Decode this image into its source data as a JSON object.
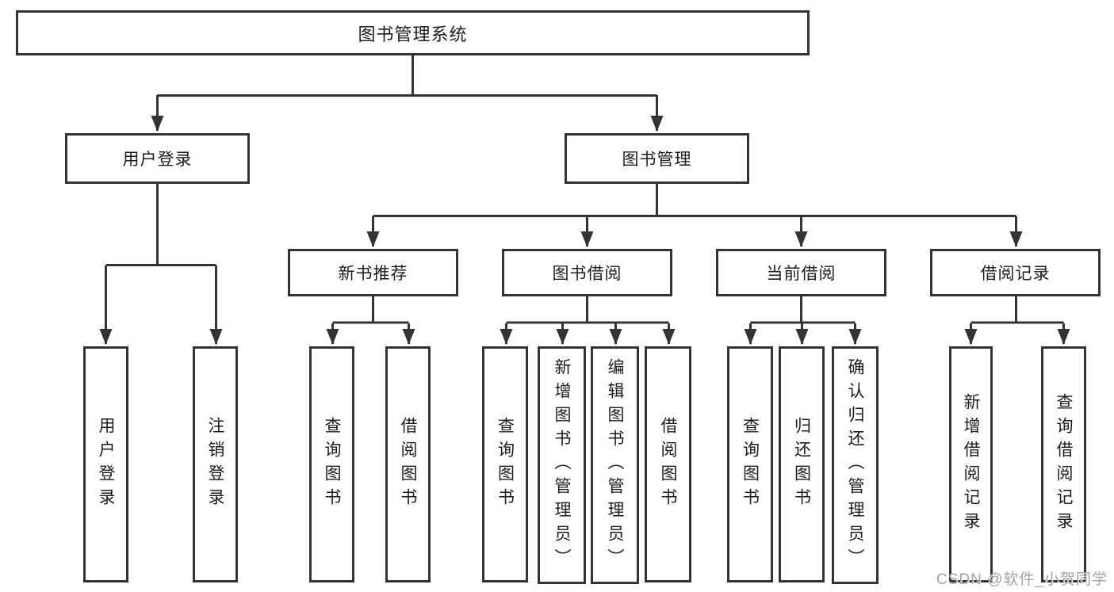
{
  "title": {
    "label": "图书管理系统"
  },
  "level1": [
    {
      "label": "用户登录"
    },
    {
      "label": "图书管理"
    }
  ],
  "level2": [
    {
      "label": "新书推荐"
    },
    {
      "label": "图书借阅"
    },
    {
      "label": "当前借阅"
    },
    {
      "label": "借阅记录"
    }
  ],
  "leaves": [
    {
      "label": "用户登录"
    },
    {
      "label": "注销登录"
    },
    {
      "label": "查询图书"
    },
    {
      "label": "借阅图书"
    },
    {
      "label": "查询图书"
    },
    {
      "label": "新增图书（管理员）"
    },
    {
      "label": "编辑图书（管理员）"
    },
    {
      "label": "借阅图书"
    },
    {
      "label": "查询图书"
    },
    {
      "label": "归还图书"
    },
    {
      "label": "确认归还（管理员）"
    },
    {
      "label": "新增借阅记录"
    },
    {
      "label": "查询借阅记录"
    }
  ],
  "watermark": "CSDN @软件_小贺同学",
  "colors": {
    "line": "#333333",
    "text": "#1c1c1c",
    "watermark": "#a2a2a2",
    "background": "#ffffff"
  }
}
